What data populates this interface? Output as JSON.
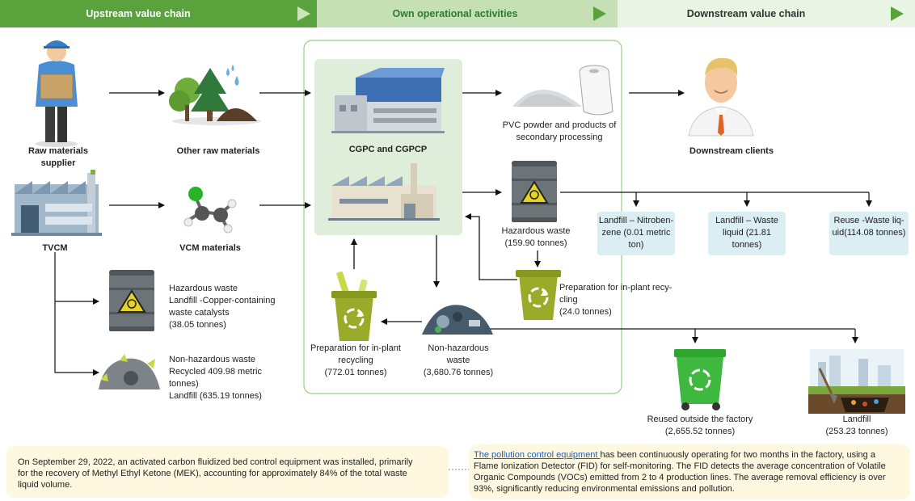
{
  "header": {
    "upstream": "Upstream value chain",
    "own": "Own operational activities",
    "downstream": "Downstream value chain"
  },
  "nodes": {
    "raw_supplier": "Raw materials supplier",
    "other_raw": "Other raw materials",
    "tvcm": "TVCM",
    "vcm": "VCM materials",
    "cgpc": "CGPC and CGPCP",
    "pvc": "PVC powder and products of secondary processing",
    "clients": "Downstream clients",
    "hazardous_waste": "Hazardous waste",
    "hazardous_waste_amount": "(159.90 tonnes)",
    "prep_inplant_1": "Preparation for in-plant recy-",
    "prep_inplant_2": "cling",
    "prep_inplant_amount": "(24.0 tonnes)",
    "prep_recycling_1": "Preparation for in-plant",
    "prep_recycling_2": "recycling",
    "prep_recycling_amount": "(772.01 tonnes)",
    "nonhaz_1": "Non-hazardous",
    "nonhaz_2": "waste",
    "nonhaz_amount": "(3,680.76 tonnes)",
    "reused_outside": "Reused outside the factory",
    "reused_outside_amount": "(2,655.52 tonnes)",
    "landfill": "Landfill",
    "landfill_amount": "(253.23 tonnes)"
  },
  "tvcm_waste": {
    "haz_line1": "Hazardous waste",
    "haz_line2": "Landfill -Copper-containing",
    "haz_line3": "waste catalysts",
    "haz_line4": "(38.05 tonnes)",
    "nonhaz_line1": "Non-hazardous waste",
    "nonhaz_line2": "Recycled 409.98 metric",
    "nonhaz_line3": "tonnes)",
    "nonhaz_line4": "Landfill (635.19 tonnes)"
  },
  "boxes": {
    "nitro_1": "Landfill – Nitroben-",
    "nitro_2": "zene (0.01 metric",
    "nitro_3": "ton)",
    "liquid_1": "Landfill – Waste",
    "liquid_2": "liquid (21.81",
    "liquid_3": "tonnes)",
    "reuse_1": "Reuse -Waste liq-",
    "reuse_2": "uid(114.08 tonnes)"
  },
  "notes": {
    "left_1": "On September 29, 2022, an activated carbon fluidized bed control equipment was installed, primarily",
    "left_2": "for the recovery of Methyl Ethyl Ketone (MEK), accounting for approximately 84% of the total waste",
    "left_3": "liquid volume.",
    "right_link": "The pollution control equipment ",
    "right_1": "has been continuously operating for two months in the factory, using a",
    "right_2": "Flame Ionization Detector (FID) for self-monitoring. The FID detects the average concentration of Volatile",
    "right_3": "Organic Compounds (VOCs) emitted from 2 to 4 production lines. The average removal efficiency is over",
    "right_4": "93%, significantly reducing environmental emissions and pollution."
  },
  "colors": {
    "header_dark": "#5aa23c",
    "header_mid": "#c4e0b4",
    "header_light": "#eaf4e4",
    "own_frame": "#9ccf88",
    "factory_panel": "#dfeeda",
    "blue_box": "#dbeef3",
    "note_bg": "#fdf8df",
    "bin_green": "#9aab2a",
    "bin_bright": "#3fb83f"
  }
}
